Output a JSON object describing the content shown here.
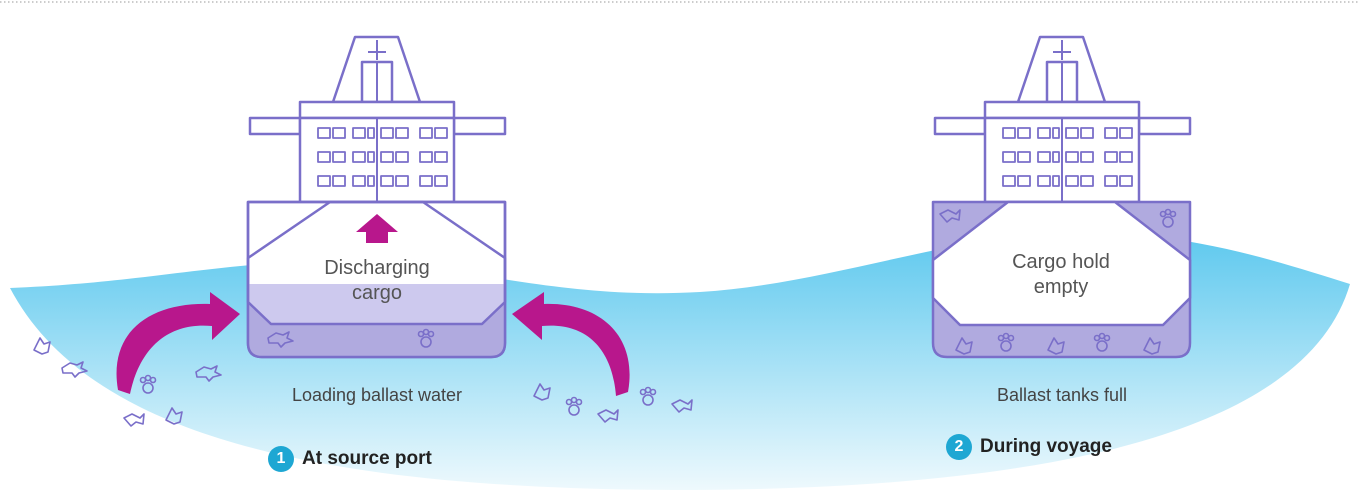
{
  "colors": {
    "ship_outline": "#7a6fc9",
    "ballast_fill": "#b0aadf",
    "cargo_fill": "#cdc9ee",
    "arrow": "#b8178c",
    "sea_top": "#5cc8ee",
    "sea_bottom": "#eef9fd",
    "step_badge": "#1ea7d3"
  },
  "scene1": {
    "hold_label_line1": "Discharging",
    "hold_label_line2": "cargo",
    "caption": "Loading ballast water",
    "step_number": "1",
    "step_label": "At source port"
  },
  "scene2": {
    "hold_label_line1": "Cargo hold",
    "hold_label_line2": "empty",
    "caption": "Ballast tanks full",
    "step_number": "2",
    "step_label": "During voyage"
  }
}
